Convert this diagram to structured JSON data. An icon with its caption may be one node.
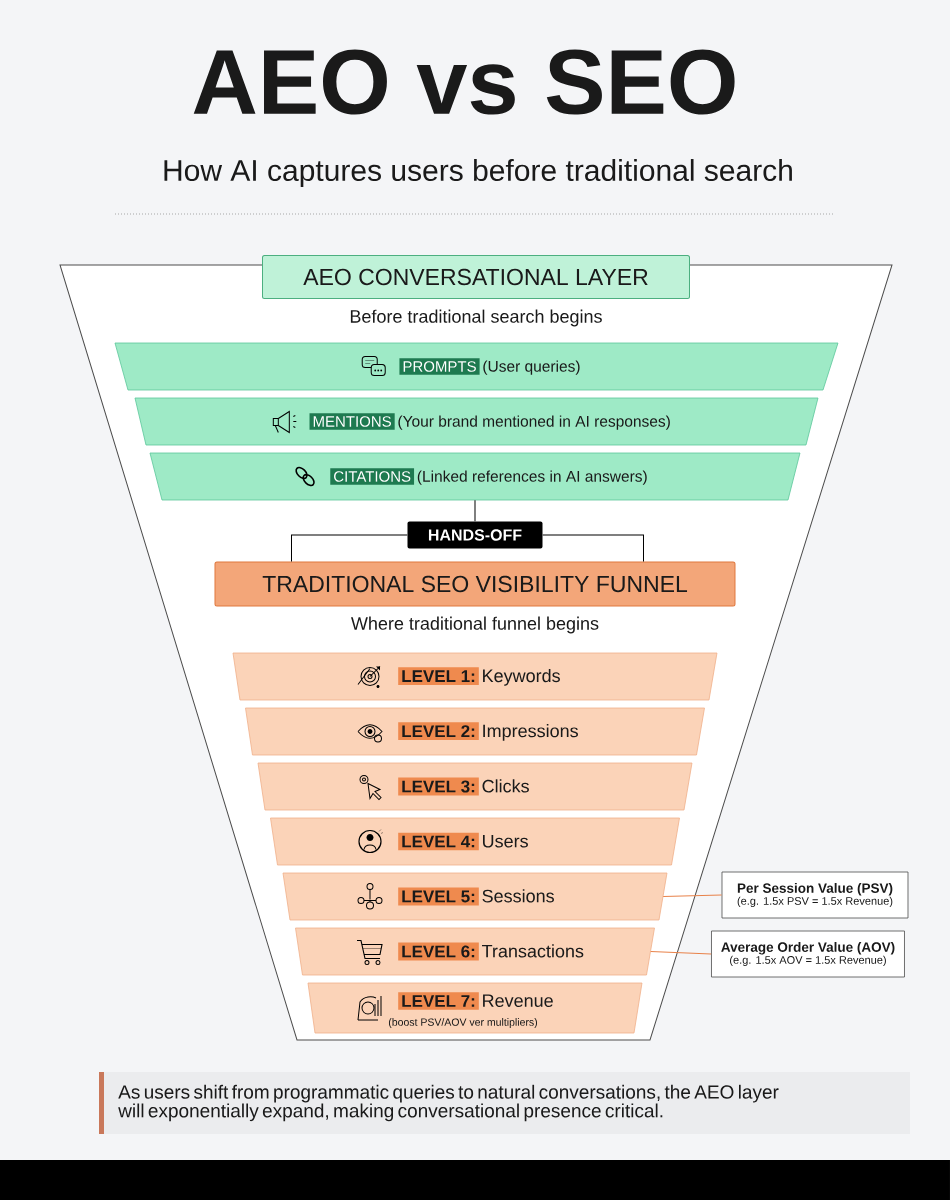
{
  "diagram": {
    "title": "AEO vs SEO",
    "nodes": [
      {
        "text": [
          "AEO CONVERSATIONAL LAYER"
        ],
        "beside": [
          "Before traditional search begins"
        ]
      },
      {
        "text": [
          "PROMPTS",
          "(User queries)"
        ]
      },
      {
        "text": [
          "MENTIONS",
          "(Your brand mentioned in AI responses)"
        ]
      },
      {
        "text": [
          "CITATIONS",
          "(Linked references in AI answers)"
        ]
      },
      {
        "text": [
          "HANDS-OFF"
        ]
      },
      {
        "text": [
          "TRADITIONAL SEO VISIBILITY FUNNEL"
        ],
        "beside": [
          "Where traditional funnel begins"
        ]
      },
      {
        "text": [
          "LEVEL 1:",
          "Keywords"
        ]
      },
      {
        "text": [
          "LEVEL 2:",
          "Impressions"
        ]
      },
      {
        "text": [
          "LEVEL 3:",
          "Clicks"
        ]
      },
      {
        "text": [
          "LEVEL 4:",
          "Users"
        ]
      },
      {
        "text": [
          "LEVEL 5:",
          "Sessions"
        ]
      },
      {
        "text": [
          "LEVEL 6:",
          "Transactions"
        ]
      },
      {
        "text": [
          "LEVEL 7:",
          "Revenue",
          "(boost PSV/AOV ver multipliers)"
        ]
      },
      {
        "text": [
          "Per Session Value (PSV)",
          "(e.g. 1.5x PSV = 1.5x Revenue)"
        ]
      },
      {
        "text": [
          "Average Order Value (AOV)",
          "(e.g. 1.5x AOV = 1.5x Revenue)"
        ]
      }
    ],
    "edges": [
      {
        "from": 3,
        "to": 4,
        "arrow": "none"
      },
      {
        "from": 4,
        "to": 5,
        "arrow": "none"
      },
      {
        "from": 10,
        "to": 13,
        "arrow": "none",
        "color": "#e8824a"
      },
      {
        "from": 11,
        "to": 14,
        "arrow": "none",
        "color": "#e8824a"
      }
    ],
    "labels": [
      "How AI captures users before traditional search",
      "As users shift from programmatic queries to natural conversations, the AEO layer will exponentially expand, making conversational presence critical."
    ]
  }
}
